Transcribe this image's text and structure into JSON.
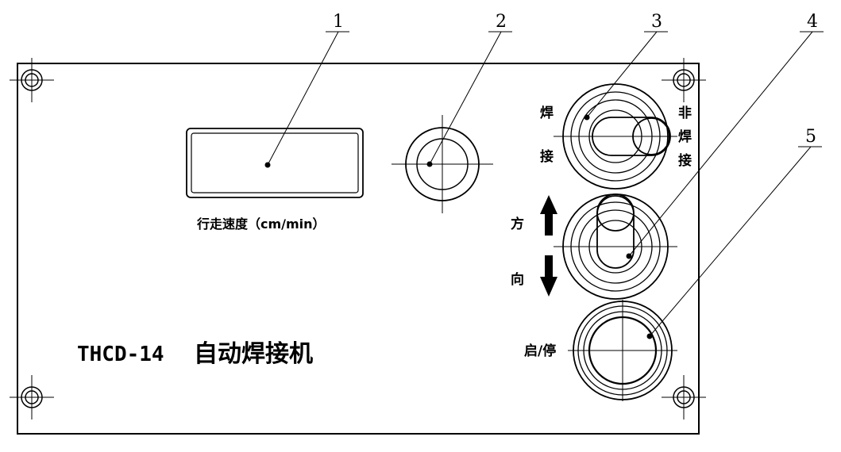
{
  "callouts": [
    "1",
    "2",
    "3",
    "4",
    "5"
  ],
  "display": {
    "label": "行走速度（cm/min）"
  },
  "switch_weld": {
    "left_top": "焊",
    "left_bottom": "接",
    "right_top": "非",
    "right_mid": "焊",
    "right_bottom": "接"
  },
  "switch_direction": {
    "top": "方",
    "bottom": "向",
    "up_arrow_icon": "arrow-up-icon",
    "down_arrow_icon": "arrow-down-icon"
  },
  "start_stop": {
    "label": "启/停"
  },
  "machine": {
    "model": "THCD-14",
    "name": "自动焊接机"
  },
  "colors": {
    "line": "#000000",
    "background": "#ffffff"
  }
}
